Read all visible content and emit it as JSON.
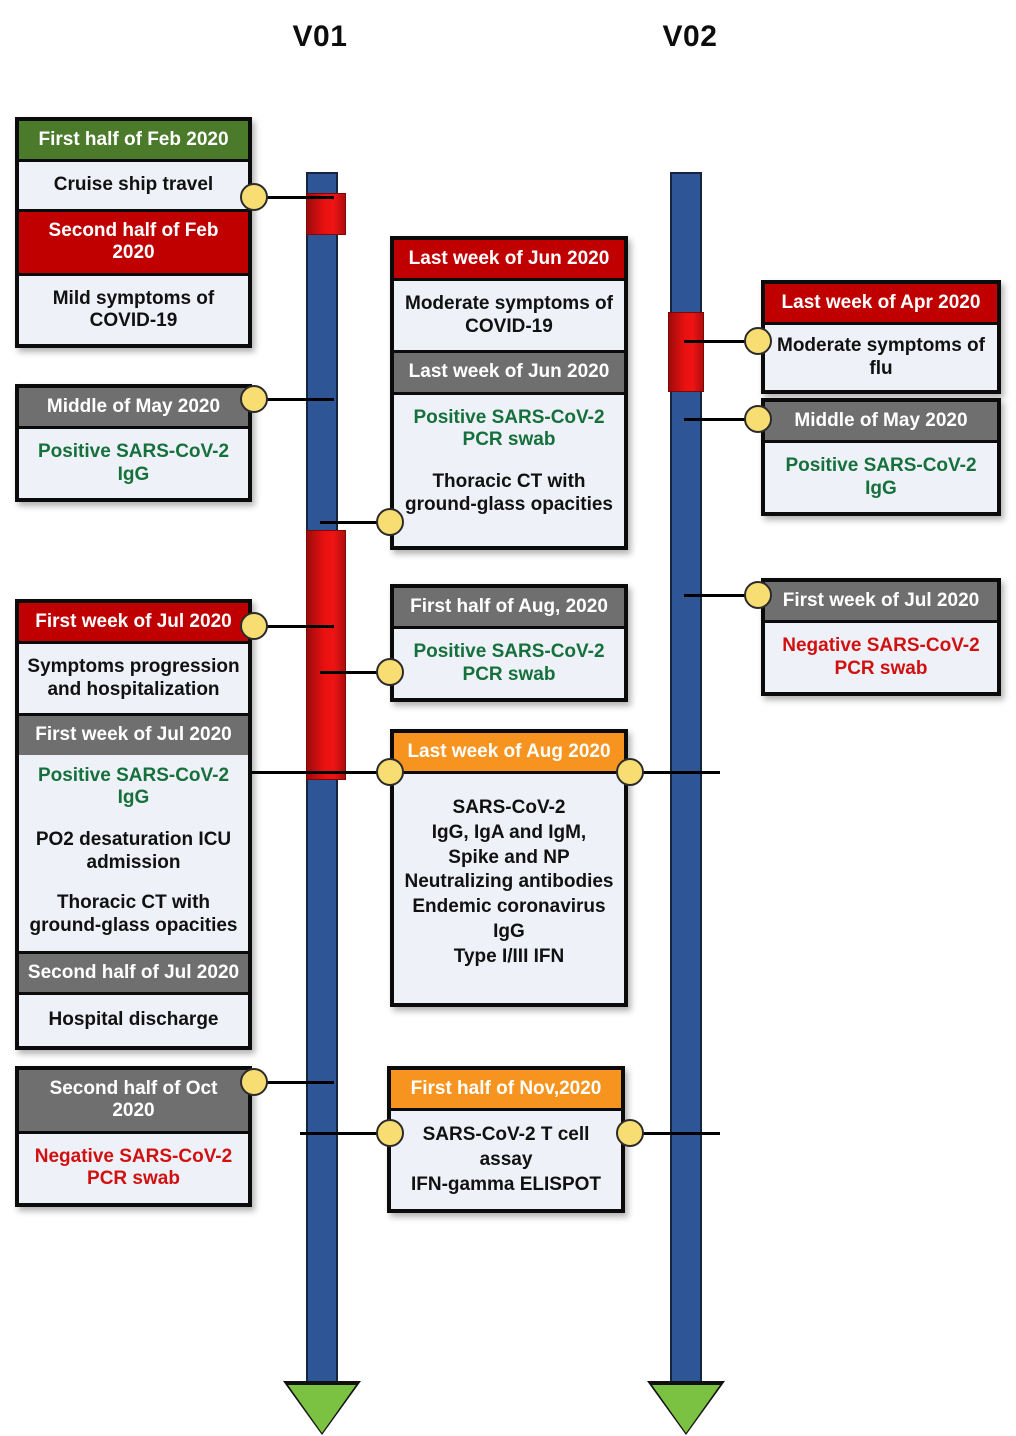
{
  "figure": {
    "type": "clinical-timeline-diagram",
    "subjects": [
      "V01",
      "V02"
    ]
  },
  "colors": {
    "timeline_blue": "#2e5596",
    "infection_red": "#e81010",
    "header_green": "#4b7a2b",
    "header_red": "#c00000",
    "header_gray": "#6f6f6f",
    "header_orange": "#f79420",
    "card_body": "#eef1f8",
    "positive_text_green": "#16703c",
    "negative_text_red": "#d11010",
    "connector_dot": "#f7dd72",
    "arrow_green": "#7cc242"
  },
  "columns": {
    "left_title": "V01",
    "right_title": "V02"
  },
  "v01_events": [
    {
      "id": "v01-feb-2020",
      "segments": [
        {
          "style": "hdr-green",
          "text": "First half of Feb 2020"
        },
        {
          "style": "body-plain",
          "text": "Cruise ship travel"
        },
        {
          "style": "hdr-red",
          "text": "Second half of Feb 2020"
        },
        {
          "style": "body-plain",
          "text": "Mild symptoms of COVID-19"
        }
      ]
    },
    {
      "id": "v01-may-2020",
      "segments": [
        {
          "style": "hdr-gray",
          "text": "Middle of May 2020"
        },
        {
          "style": "body-green",
          "text": "Positive SARS-CoV-2 IgG"
        }
      ]
    },
    {
      "id": "v01-jul-2020",
      "segments": [
        {
          "style": "hdr-red",
          "text": "First week of Jul 2020"
        },
        {
          "style": "body-plain",
          "text": "Symptoms progression and hospitalization"
        },
        {
          "style": "hdr-gray",
          "text": "First week of Jul 2020"
        },
        {
          "style": "body-green",
          "text": "Positive SARS-CoV-2 IgG"
        },
        {
          "style": "body-plain",
          "text": "PO2 desaturation ICU admission"
        },
        {
          "style": "body-plain",
          "text": "Thoracic CT with ground-glass opacities"
        },
        {
          "style": "hdr-gray",
          "text": "Second half of Jul 2020"
        },
        {
          "style": "body-plain",
          "text": "Hospital discharge"
        }
      ]
    },
    {
      "id": "v01-oct-2020",
      "segments": [
        {
          "style": "hdr-gray",
          "text": "Second half of Oct 2020"
        },
        {
          "style": "body-red",
          "text": "Negative SARS-CoV-2 PCR swab"
        }
      ]
    }
  ],
  "center_events": [
    {
      "id": "center-jun-2020",
      "segments": [
        {
          "style": "hdr-red",
          "text": "Last week of Jun 2020"
        },
        {
          "style": "body-plain",
          "text": "Moderate symptoms of COVID-19"
        },
        {
          "style": "hdr-gray",
          "text": "Last week of Jun 2020"
        },
        {
          "style": "body-green",
          "text": "Positive SARS-CoV-2 PCR swab"
        },
        {
          "style": "body-plain",
          "text": "Thoracic CT with ground-glass opacities"
        }
      ]
    },
    {
      "id": "center-aug-first-half-2020",
      "segments": [
        {
          "style": "hdr-gray",
          "text": "First half of Aug, 2020"
        },
        {
          "style": "body-green",
          "text": "Positive SARS-CoV-2 PCR swab"
        }
      ]
    },
    {
      "id": "center-aug-last-week-2020",
      "segments": [
        {
          "style": "hdr-orange",
          "text": "Last week of Aug 2020"
        },
        {
          "style": "body-plain",
          "text": "SARS-CoV-2\nIgG, IgA and IgM,\nSpike and NP\nNeutralizing antibodies\nEndemic  coronavirus IgG\nType I/III IFN"
        }
      ]
    },
    {
      "id": "center-nov-2020",
      "segments": [
        {
          "style": "hdr-orange",
          "text": "First half of Nov,2020"
        },
        {
          "style": "body-plain",
          "text": "SARS-CoV-2 T cell assay\nIFN-gamma ELISPOT"
        }
      ]
    }
  ],
  "v02_events": [
    {
      "id": "v02-apr-2020",
      "segments": [
        {
          "style": "hdr-red",
          "text": "Last week of Apr 2020"
        },
        {
          "style": "body-plain",
          "text": "Moderate symptoms of flu"
        }
      ]
    },
    {
      "id": "v02-may-2020",
      "segments": [
        {
          "style": "hdr-gray",
          "text": "Middle of May 2020"
        },
        {
          "style": "body-green",
          "text": "Positive SARS-CoV-2 IgG"
        }
      ]
    },
    {
      "id": "v02-jul-2020",
      "segments": [
        {
          "style": "hdr-gray",
          "text": "First week of Jul 2020"
        },
        {
          "style": "body-red",
          "text": "Negative SARS-CoV-2 PCR swab"
        }
      ]
    }
  ]
}
